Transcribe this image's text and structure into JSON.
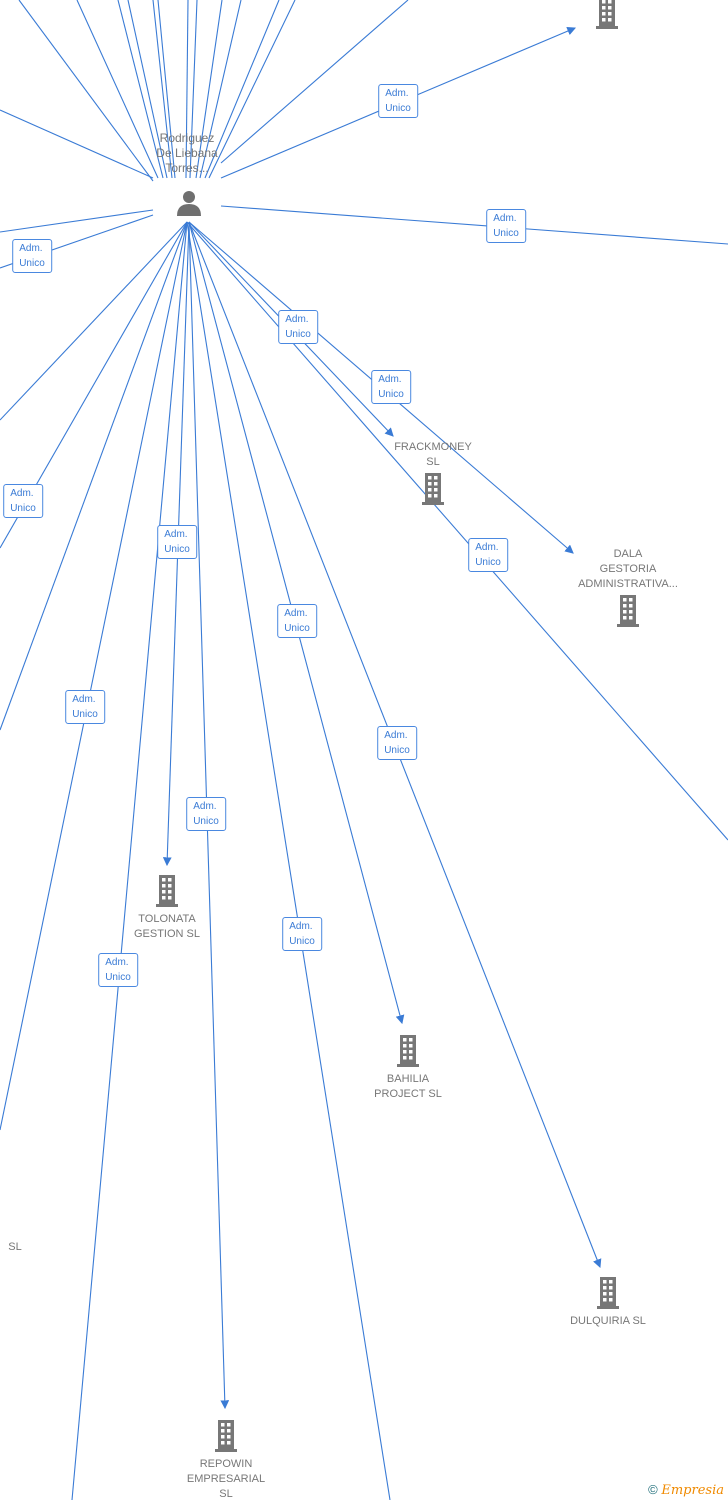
{
  "center": {
    "name": "Rodriguez\nDe Liebana\nTorres...",
    "icon": "person-icon"
  },
  "edge_label": "Adm.\nUnico",
  "companies": [
    {
      "name": ""
    },
    {
      "name": "FRACKMONEY\nSL"
    },
    {
      "name": "DALA\nGESTORIA\nADMINISTRATIVA..."
    },
    {
      "name": "TOLONATA\nGESTION  SL"
    },
    {
      "name": "BAHILIA\nPROJECT  SL"
    },
    {
      "name": "DULQUIRIA  SL"
    },
    {
      "name": "REPOWIN\nEMPRESARIAL\nSL"
    },
    {
      "name": "SL"
    }
  ],
  "colors": {
    "edge": "#3a7bd5",
    "node": "#777777"
  },
  "footer": {
    "copyright": "©",
    "brand": "Empresia"
  }
}
